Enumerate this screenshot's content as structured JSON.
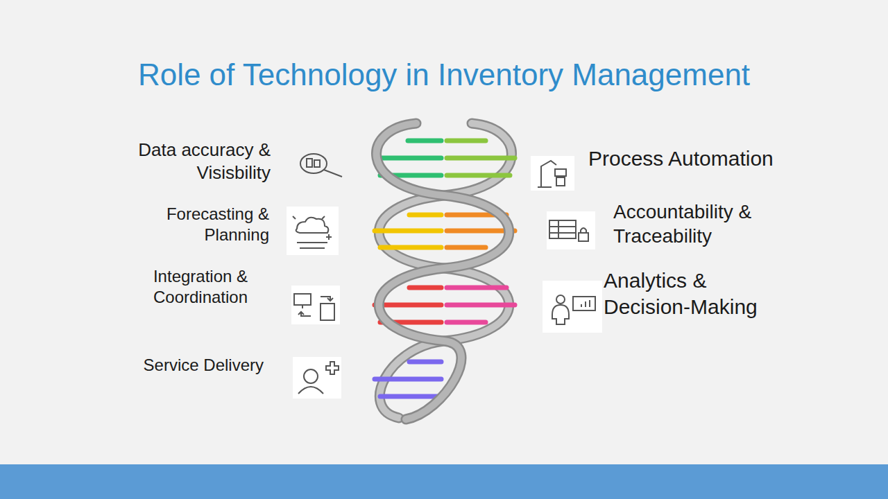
{
  "diagram": {
    "title": "Role of Technology in Inventory Management",
    "labels": [
      "Data accuracy & Visisbility",
      "Process Automation",
      "Forecasting & Planning",
      "Accountability & Traceability",
      "Integration & Coordination",
      "Analytics & Decision-Making",
      "Service Delivery"
    ]
  }
}
